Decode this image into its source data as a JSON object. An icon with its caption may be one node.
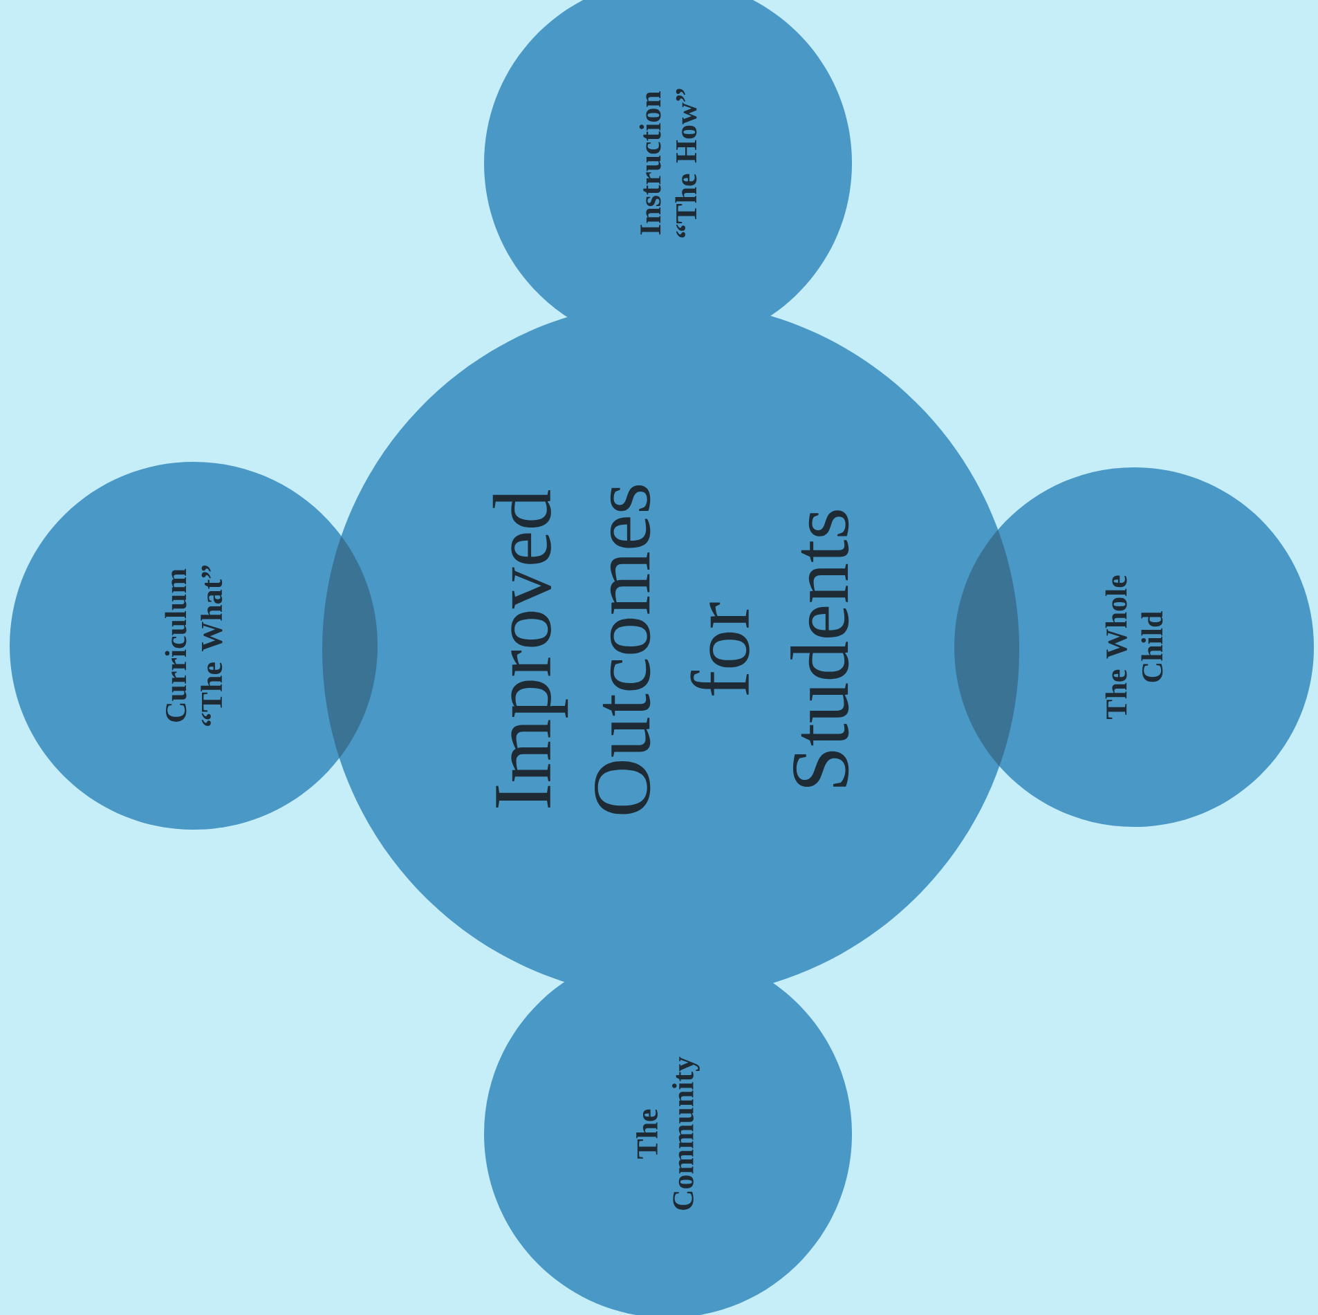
{
  "diagram": {
    "nodes": [
      {
        "text": [
          "Improved Outcomes for Students"
        ]
      },
      {
        "text": [
          "Instruction",
          "“The How”"
        ]
      },
      {
        "text": [
          "Curriculum",
          "“The What”"
        ]
      },
      {
        "text": [
          "The Whole Child"
        ]
      },
      {
        "text": [
          "The Community"
        ]
      }
    ]
  }
}
